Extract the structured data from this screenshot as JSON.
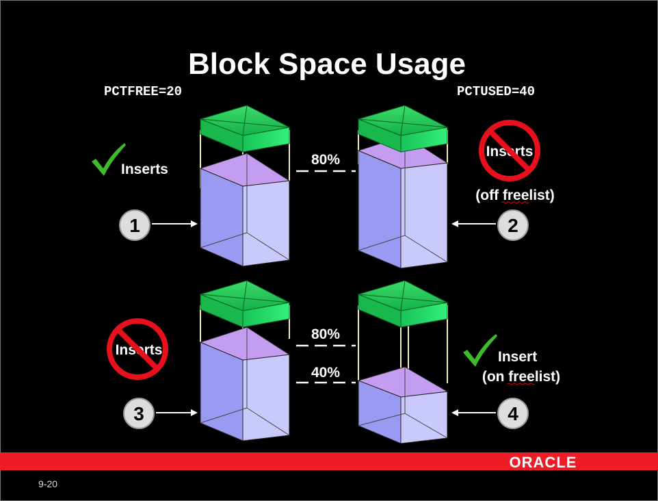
{
  "slide": {
    "title": "Block Space Usage",
    "pctfree_label": "PCTFREE=20",
    "pctused_label": "PCTUSED=40",
    "page_number": "9-20",
    "brand": "ORACLE"
  },
  "colors": {
    "background": "#000000",
    "brand_bar": "#ee1c24",
    "free_space_green": "#22c55e",
    "used_block_blue": "#9999ee",
    "fill_top_violet": "#c49cf0",
    "no_sign_red": "#e8101c",
    "check_green": "#3dbb2a"
  },
  "blocks": [
    {
      "number": "1",
      "status": "Inserts",
      "sub": "",
      "icon": "check-icon",
      "fill_level": 0.8
    },
    {
      "number": "2",
      "status": "Inserts",
      "sub": "(off freelist)",
      "icon": "no-entry-icon",
      "fill_level": 0.8
    },
    {
      "number": "3",
      "status": "Inserts",
      "sub": "",
      "icon": "no-entry-icon",
      "fill_level": 0.8
    },
    {
      "number": "4",
      "status": "Insert",
      "sub": "(on freelist)",
      "icon": "check-icon",
      "fill_level": 0.4
    }
  ],
  "markers": {
    "top_pct": "80%",
    "bottom_upper_pct": "80%",
    "bottom_lower_pct": "40%"
  }
}
